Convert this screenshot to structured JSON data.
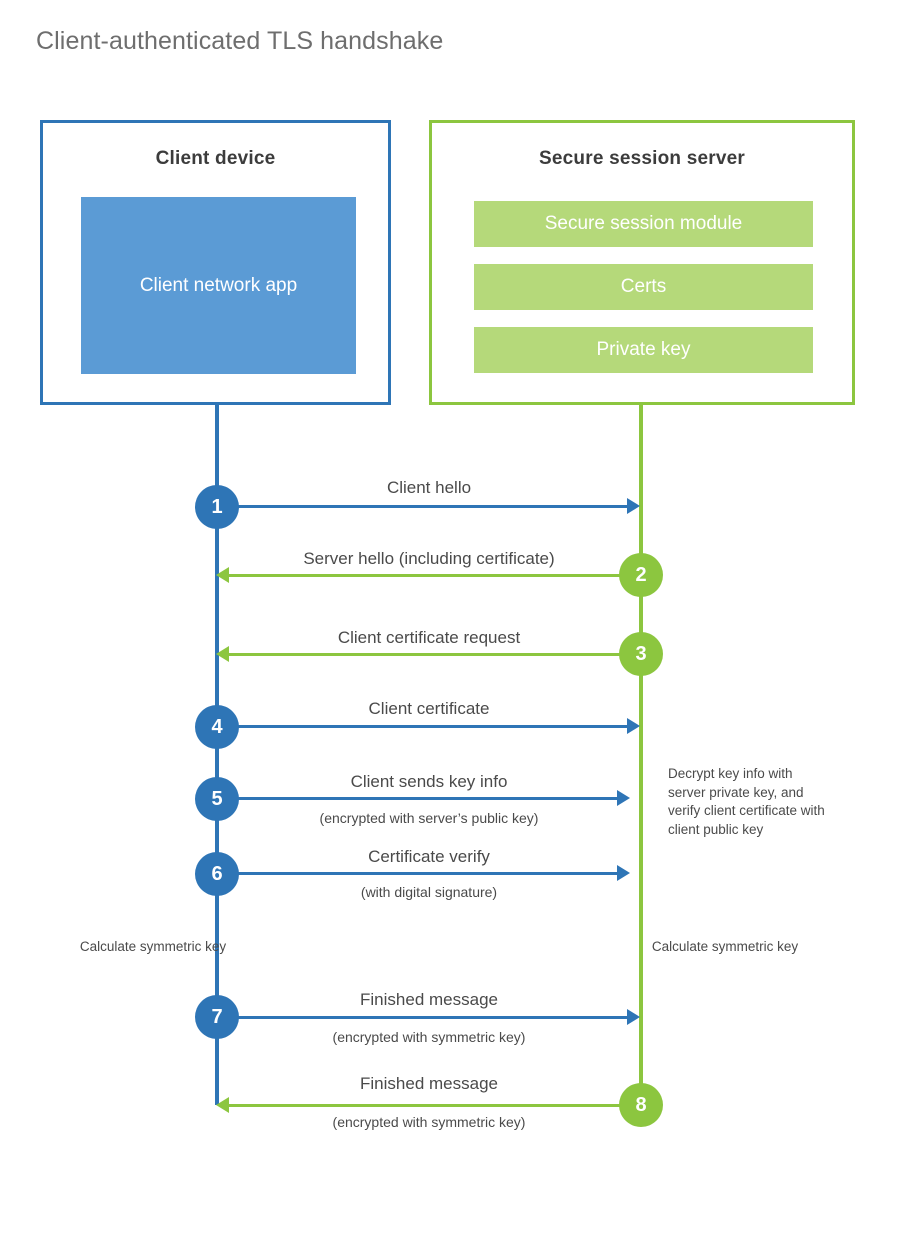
{
  "title": "Client-authenticated TLS handshake",
  "colors": {
    "client_blue": "#2e75b6",
    "client_app_blue": "#5b9bd5",
    "server_green": "#8cc63f",
    "server_block_green": "#b5d97a",
    "title_gray": "#6e6e6e",
    "text_gray": "#4a4a4a",
    "background": "#ffffff"
  },
  "actors": {
    "client": {
      "title": "Client device",
      "blocks": [
        "Client network app"
      ]
    },
    "server": {
      "title": "Secure session server",
      "blocks": [
        "Secure session module",
        "Certs",
        "Private key"
      ]
    }
  },
  "steps": [
    {
      "number": "1",
      "label": "Client hello",
      "sublabel": "",
      "direction": "client-to-server",
      "color": "blue"
    },
    {
      "number": "2",
      "label": "Server hello (including certificate)",
      "sublabel": "",
      "direction": "server-to-client",
      "color": "green"
    },
    {
      "number": "3",
      "label": "Client certificate request",
      "sublabel": "",
      "direction": "server-to-client",
      "color": "green"
    },
    {
      "number": "4",
      "label": "Client certificate",
      "sublabel": "",
      "direction": "client-to-server",
      "color": "blue"
    },
    {
      "number": "5",
      "label": "Client sends key info",
      "sublabel": "(encrypted with server’s public key)",
      "direction": "client-to-server",
      "color": "blue"
    },
    {
      "number": "6",
      "label": "Certificate verify",
      "sublabel": "(with digital signature)",
      "direction": "client-to-server",
      "color": "blue"
    },
    {
      "number": "7",
      "label": "Finished message",
      "sublabel": "(encrypted with symmetric key)",
      "direction": "client-to-server",
      "color": "blue"
    },
    {
      "number": "8",
      "label": "Finished message",
      "sublabel": "(encrypted with symmetric key)",
      "direction": "server-to-client",
      "color": "green"
    }
  ],
  "notes": {
    "server_decrypt": "Decrypt key info with server private key, and verify client certificate with client public key",
    "client_calculate": "Calculate symmetric key",
    "server_calculate": "Calculate symmetric key"
  }
}
